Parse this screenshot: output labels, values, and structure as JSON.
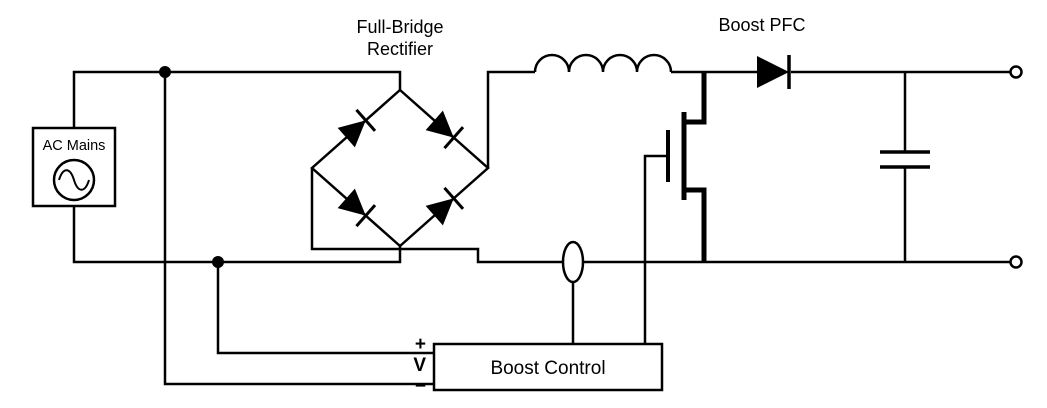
{
  "diagram": {
    "background": "#ffffff",
    "line_color": "#000000",
    "labels": {
      "rectifier_line1": "Full-Bridge",
      "rectifier_line2": "Rectifier",
      "boost_pfc": "Boost PFC",
      "ac_mains": "AC Mains",
      "boost_control": "Boost Control",
      "sense_plus": "+",
      "sense_voltage": "V",
      "sense_minus": "−"
    }
  }
}
